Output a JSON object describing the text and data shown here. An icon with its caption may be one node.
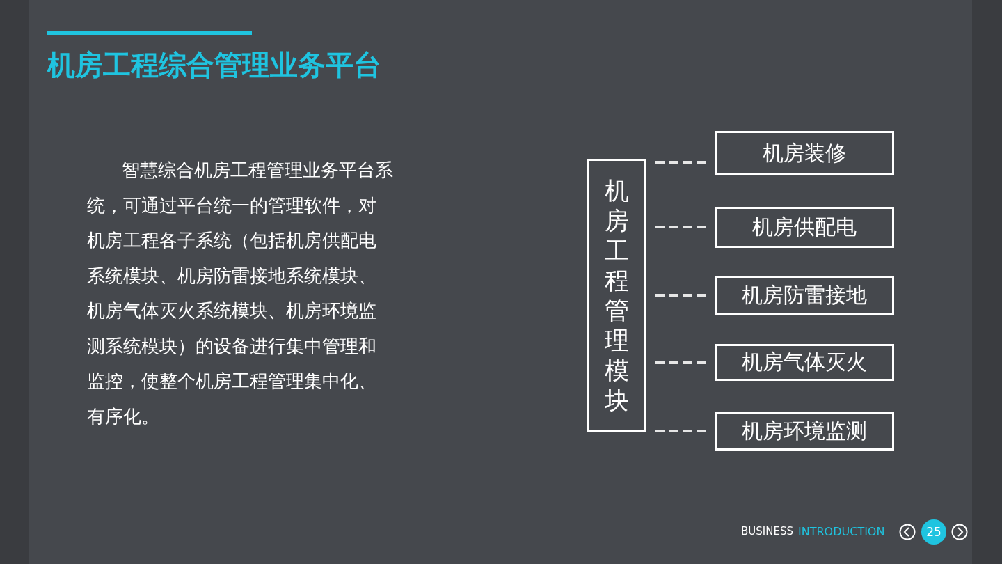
{
  "diagram": {
    "title": "机房工程综合管理业务平台",
    "nodes": [
      {
        "text": [
          "机房工程管理模块"
        ]
      },
      {
        "text": [
          "机房装修"
        ]
      },
      {
        "text": [
          "机房供配电"
        ]
      },
      {
        "text": [
          "机房防雷接地"
        ]
      },
      {
        "text": [
          "机房气体灭火"
        ]
      },
      {
        "text": [
          "机房环境监测"
        ]
      }
    ],
    "edges": [
      {
        "from": 0,
        "to": 1,
        "arrow": "none",
        "style": "dashed"
      },
      {
        "from": 0,
        "to": 2,
        "arrow": "none",
        "style": "dashed"
      },
      {
        "from": 0,
        "to": 3,
        "arrow": "none",
        "style": "dashed"
      },
      {
        "from": 0,
        "to": 4,
        "arrow": "none",
        "style": "dashed"
      },
      {
        "from": 0,
        "to": 5,
        "arrow": "none",
        "style": "dashed"
      }
    ],
    "labels": [
      "智慧综合机房工程管理业务平台系统，可通过平台统一的管理软件，对机房工程各子系统（包括机房供配电系统模块、机房防雷接地系统模块、机房气体灭火系统模块、机房环境监测系统模块）的设备进行集中管理和监控，使整个机房工程管理集中化、有序化。",
      "BUSINESS",
      "INTRODUCTION",
      "25"
    ]
  }
}
